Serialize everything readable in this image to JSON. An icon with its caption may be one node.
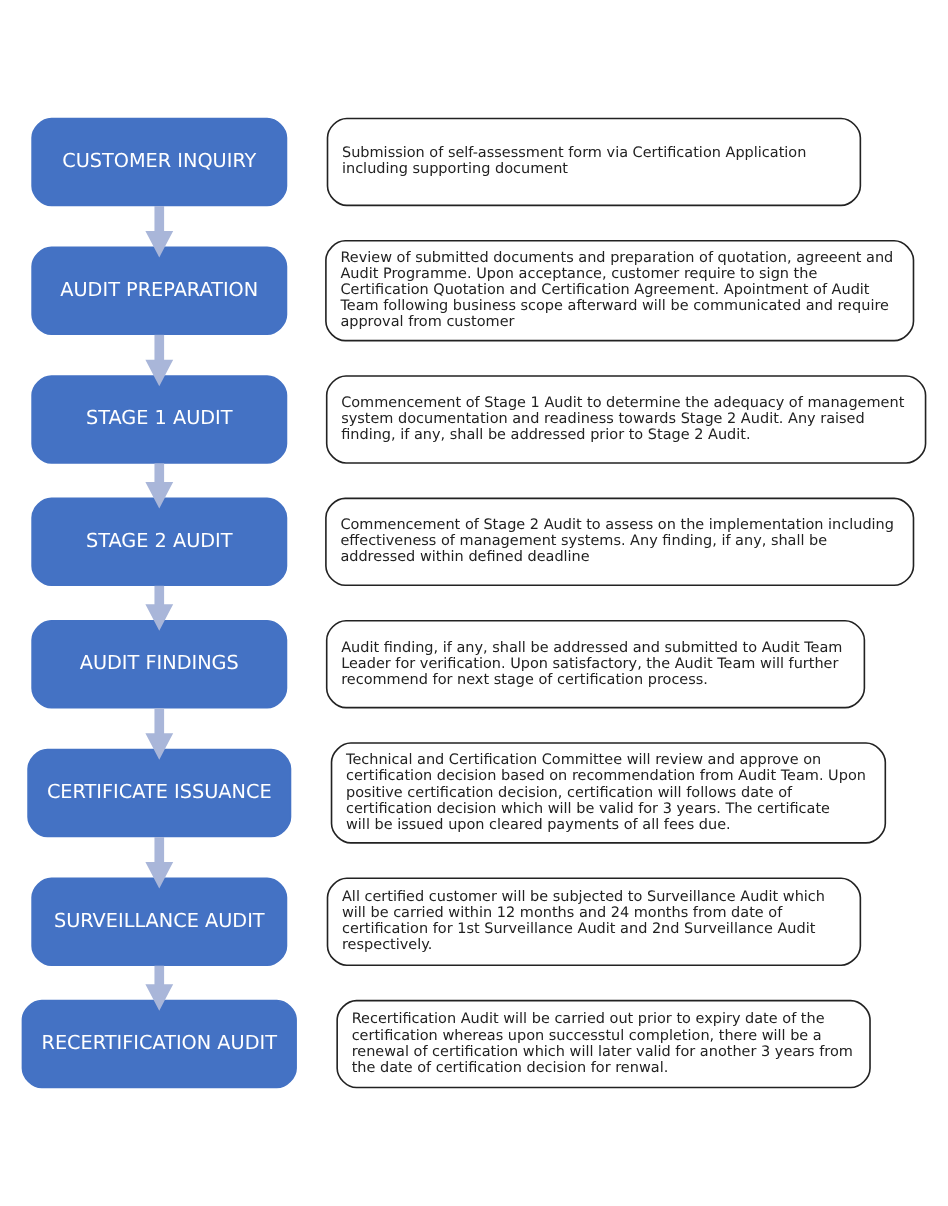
{
  "diagram": {
    "nodes": [
      {
        "text": [
          "CUSTOMER INQUIRY"
        ]
      },
      {
        "text": [
          "Submission of self-assessment form via Certification Application including supporting document"
        ]
      },
      {
        "text": [
          "AUDIT PREPARATION"
        ]
      },
      {
        "text": [
          "Review of submitted documents and preparation of quotation, agreeent and Audit Programme. Upon acceptance, customer require to sign the Certification Quotation and Certification Agreement. Apointment of Audit Team following business scope afterward will be communicated and require approval from customer"
        ]
      },
      {
        "text": [
          "STAGE 1 AUDIT"
        ]
      },
      {
        "text": [
          "Commencement of Stage 1 Audit to determine the adequacy of management system documentation and readiness towards Stage 2 Audit. Any raised finding, if any, shall be addressed prior to Stage 2 Audit."
        ]
      },
      {
        "text": [
          "STAGE 2 AUDIT"
        ]
      },
      {
        "text": [
          "Commencement of Stage 2 Audit to assess on the implementation including effectiveness of management systems. Any finding, if any, shall be addressed within defined deadline"
        ]
      },
      {
        "text": [
          "AUDIT FINDINGS"
        ]
      },
      {
        "text": [
          "Audit finding, if any, shall be addressed and submitted to Audit Team Leader for verification. Upon satisfactory, the Audit Team will further recommend for next stage of certification process."
        ]
      },
      {
        "text": [
          "CERTIFICATE ISSUANCE"
        ]
      },
      {
        "text": [
          "Technical and Certification Committee will review and approve on certification decision based on recommendation from Audit Team. Upon positive certification decision, certification will follows date of certification decision which will be valid for 3 years. The certificate will be issued upon cleared payments of all fees due."
        ]
      },
      {
        "text": [
          "SURVEILLANCE AUDIT"
        ]
      },
      {
        "text": [
          "All certified customer will be subjected to Surveillance Audit which will be carried within 12 months and 24 months from date of certification for 1st Surveillance Audit and 2nd Surveillance Audit respectively."
        ]
      },
      {
        "text": [
          "RECERTIFICATION AUDIT"
        ]
      },
      {
        "text": [
          "Recertification Audit will be carried out prior to expiry date of the certification whereas upon successtul completion, there will be a renewal of certification which will later valid for another 3 years from the date of certification decision for renwal."
        ]
      }
    ],
    "edges": [
      {
        "from": 0,
        "to": 2,
        "arrow": "to"
      },
      {
        "from": 2,
        "to": 4,
        "arrow": "to"
      },
      {
        "from": 4,
        "to": 6,
        "arrow": "to"
      },
      {
        "from": 6,
        "to": 8,
        "arrow": "to"
      },
      {
        "from": 8,
        "to": 10,
        "arrow": "to"
      },
      {
        "from": 10,
        "to": 12,
        "arrow": "to"
      },
      {
        "from": 12,
        "to": 14,
        "arrow": "to"
      }
    ]
  }
}
